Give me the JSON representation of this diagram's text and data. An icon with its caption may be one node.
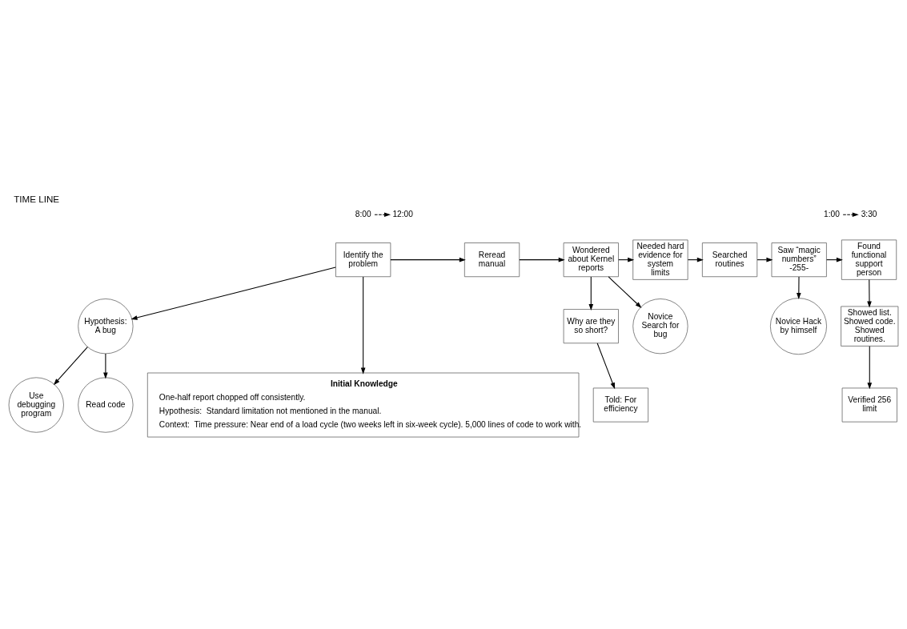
{
  "diagram": {
    "title": "TIME LINE",
    "nodes": [
      {
        "text": [
          "8:00"
        ]
      },
      {
        "text": [
          "12:00"
        ]
      },
      {
        "text": [
          "1:00"
        ]
      },
      {
        "text": [
          "3:30"
        ]
      },
      {
        "text": [
          "Identify the problem"
        ]
      },
      {
        "text": [
          "Reread manual"
        ]
      },
      {
        "text": [
          "Wondered about Kernel reports"
        ]
      },
      {
        "text": [
          "Needed hard evidence for system limits"
        ]
      },
      {
        "text": [
          "Searched routines"
        ]
      },
      {
        "text": [
          "Saw “magic numbers” -255-"
        ]
      },
      {
        "text": [
          "Found functional support person"
        ]
      },
      {
        "text": [
          "Hypothesis: A bug"
        ]
      },
      {
        "text": [
          "Use debugging program"
        ]
      },
      {
        "text": [
          "Read code"
        ]
      },
      {
        "text": [
          "Why are they so short?"
        ]
      },
      {
        "text": [
          "Told: For efficiency"
        ]
      },
      {
        "text": [
          "Novice Search for bug"
        ]
      },
      {
        "text": [
          "Novice Hack by himself"
        ]
      },
      {
        "text": [
          "Showed list. Showed code. Showed routines."
        ]
      },
      {
        "text": [
          "Verified 256 limit"
        ]
      },
      {
        "text": [
          "Initial Knowledge",
          "One-half report chopped off consistently.",
          "Hypothesis:  Standard limitation not mentioned in the manual.",
          "Context:  Time pressure: Near end of a load cycle (two weeks left in six-week cycle). 5,000 lines of code to work with."
        ]
      }
    ],
    "edges": [
      {
        "from": 0,
        "to": 1,
        "arrow": "to",
        "style": "dashed"
      },
      {
        "from": 2,
        "to": 3,
        "arrow": "to",
        "style": "dashed"
      },
      {
        "from": 4,
        "to": 5,
        "arrow": "to"
      },
      {
        "from": 5,
        "to": 6,
        "arrow": "to"
      },
      {
        "from": 6,
        "to": 7,
        "arrow": "to"
      },
      {
        "from": 7,
        "to": 8,
        "arrow": "to"
      },
      {
        "from": 8,
        "to": 9,
        "arrow": "to"
      },
      {
        "from": 9,
        "to": 10,
        "arrow": "to"
      },
      {
        "from": 4,
        "to": 11,
        "arrow": "to"
      },
      {
        "from": 11,
        "to": 12,
        "arrow": "to"
      },
      {
        "from": 11,
        "to": 13,
        "arrow": "to"
      },
      {
        "from": 6,
        "to": 14,
        "arrow": "to"
      },
      {
        "from": 14,
        "to": 15,
        "arrow": "to"
      },
      {
        "from": 6,
        "to": 16,
        "arrow": "to"
      },
      {
        "from": 9,
        "to": 17,
        "arrow": "to"
      },
      {
        "from": 10,
        "to": 18,
        "arrow": "to"
      },
      {
        "from": 18,
        "to": 19,
        "arrow": "to"
      },
      {
        "from": 4,
        "to": 20,
        "arrow": "to"
      }
    ]
  }
}
